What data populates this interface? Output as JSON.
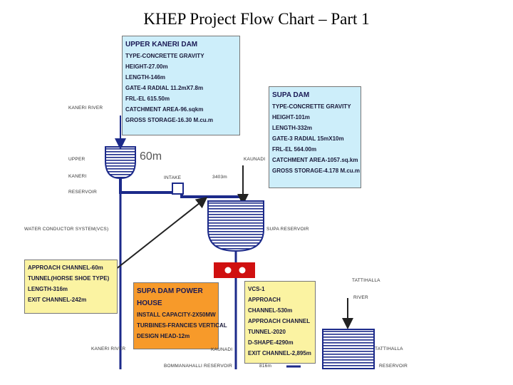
{
  "title": "KHEP Project Flow Chart – Part 1",
  "colors": {
    "cyan_box": "#cdeefa",
    "yellow_box": "#fbf3a2",
    "orange_box": "#f79a2a",
    "pipe": "#1c2a8a",
    "arrow_red": "#d01010"
  },
  "upper_kaneri_dam": {
    "heading": "UPPER KANERI DAM",
    "lines": [
      "TYPE-CONCRETTE GRAVITY",
      "HEIGHT-27.00m",
      "LENGTH-146m",
      "GATE-4 RADIAL 11.2mX7.8m",
      "FRL-EL 615.50m",
      "CATCHMENT AREA-96.sqkm",
      "GROSS STORAGE-16.30 M.cu.m"
    ]
  },
  "supa_dam": {
    "heading": "SUPA DAM",
    "lines": [
      "TYPE-CONCRETTE GRAVITY",
      "HEIGHT-101m",
      "LENGTH-332m",
      "GATE-3 RADIAL 15mX10m",
      "FRL-EL 564.00m",
      "CATCHMENT AREA-1057.sq.km",
      "GROSS STORAGE-4.178 M.cu.m"
    ]
  },
  "approach_box": {
    "lines": [
      "APPROACH CHANNEL-60m",
      "TUNNEL(HORSE SHOE TYPE)",
      "LENGTH-316m",
      "EXIT CHANNEL-242m"
    ]
  },
  "power_house": {
    "heading_1": "SUPA DAM POWER",
    "heading_2": "HOUSE",
    "lines": [
      "INSTALL CAPACITY-2X50MW",
      "TURBINES-FRANCIES VERTICAL",
      "DESIGN HEAD-12m"
    ]
  },
  "vcs_box": {
    "lines": [
      "VCS-1",
      "APPROACH",
      "CHANNEL-530m",
      "APPROACH CHANNEL",
      "TUNNEL-2020",
      "D-SHAPE-4290m",
      "EXIT CHANNEL-2,895m"
    ]
  },
  "labels": {
    "kaneri_river": "KANERI RIVER",
    "upper": "UPPER",
    "kaneri": "KANERI",
    "reservoir": "RESERVOIR",
    "sixty_m": "60m",
    "intake": "INTAKE",
    "distance": "3403m",
    "kaunadi": "KAUNADI",
    "water_conductor": "WATER CONDUCTOR SYSTEM(VCS)",
    "supa_reservoir": "SUPA RESERVOIR",
    "tattihalla": "TATTIHALLA",
    "river": "RIVER",
    "kaneri_river_bottom": "KANERI RIVER",
    "kaunadi_bottom": "KAUNADI",
    "tattihalla_bottom": "TATTIHALLA",
    "bommanahalli_reservoir": "BOMMANAHALLI RESERVOIR",
    "reservoir_bottom": "RESERVOIR",
    "bottom_distance": "816m"
  }
}
